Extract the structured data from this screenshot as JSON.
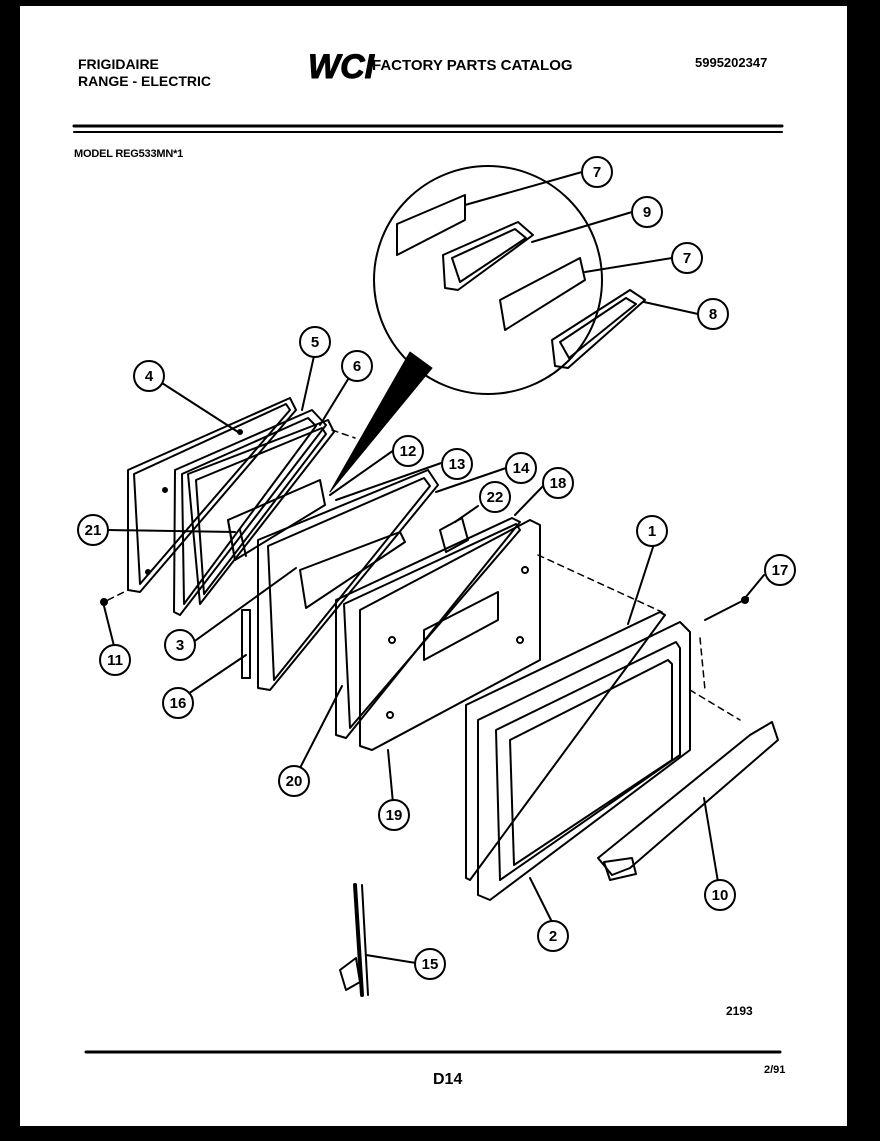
{
  "header": {
    "brand": "FRIGIDAIRE",
    "product": "RANGE - ELECTRIC",
    "logo_text": "WCI",
    "catalog_title": "FACTORY PARTS CATALOG",
    "catalog_number": "5995202347",
    "model_label": "MODEL REG533MN*1"
  },
  "callouts": [
    "1",
    "2",
    "3",
    "4",
    "5",
    "6",
    "7",
    "7",
    "8",
    "9",
    "10",
    "11",
    "12",
    "13",
    "14",
    "15",
    "16",
    "17",
    "18",
    "19",
    "20",
    "21",
    "22"
  ],
  "footer": {
    "drawing_number": "2193",
    "page_code": "D14",
    "date_code": "2/91"
  }
}
